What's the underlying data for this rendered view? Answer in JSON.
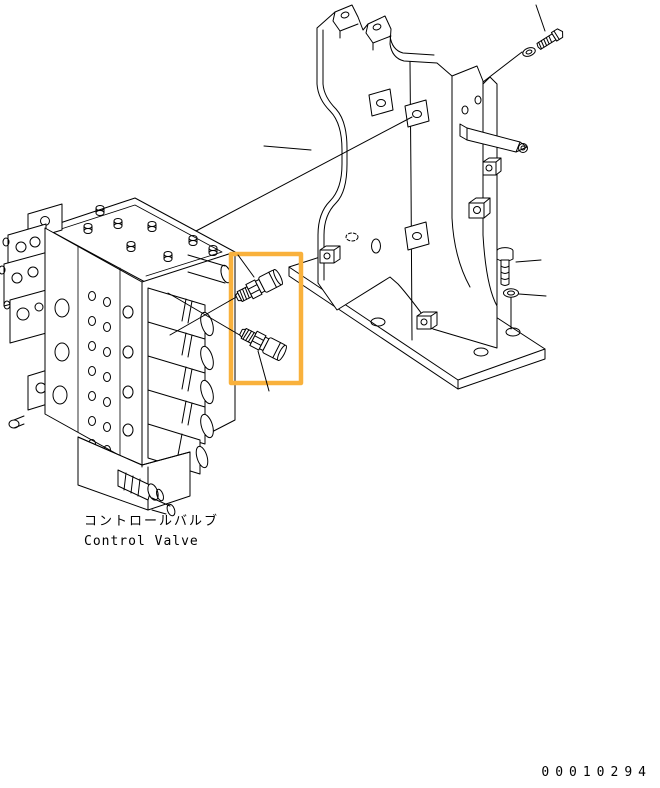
{
  "page": {
    "background": "#ffffff"
  },
  "diagram": {
    "caption": {
      "jp": "コントロールバルブ",
      "en": "Control Valve"
    },
    "doc_number": "00010294",
    "colors": {
      "line": "#000000",
      "highlight": "#F9B13C",
      "background": "#ffffff"
    },
    "parts": [
      {
        "id": "control-valve",
        "highlighted": false
      },
      {
        "id": "mounting-bracket",
        "highlighted": false
      },
      {
        "id": "base-plate",
        "highlighted": false
      },
      {
        "id": "sensor-upper",
        "highlighted": true
      },
      {
        "id": "sensor-lower",
        "highlighted": true
      },
      {
        "id": "bolt-top-right",
        "highlighted": false
      },
      {
        "id": "washer-top-right",
        "highlighted": false
      },
      {
        "id": "bolt-right",
        "highlighted": false
      },
      {
        "id": "washer-right",
        "highlighted": false
      }
    ]
  }
}
